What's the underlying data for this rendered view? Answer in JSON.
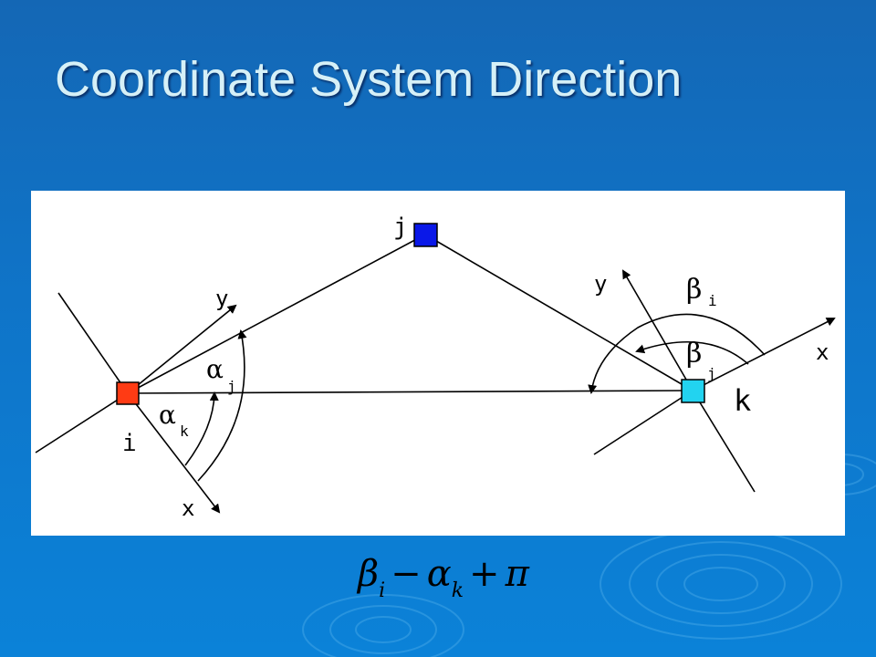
{
  "slide": {
    "title": "Coordinate System Direction"
  },
  "diagram": {
    "nodes": [
      {
        "id": "i",
        "label": "i",
        "color": "#ff3b14"
      },
      {
        "id": "j",
        "label": "j",
        "color": "#0a18e8"
      },
      {
        "id": "k",
        "label": "k",
        "color": "#22d3f0"
      }
    ],
    "axis_labels": {
      "i_y": "y",
      "i_x": "x",
      "k_y": "y",
      "k_x": "x"
    },
    "angles": {
      "alpha_j": {
        "symbol": "α",
        "sub": "j"
      },
      "alpha_k": {
        "symbol": "α",
        "sub": "k"
      },
      "beta_i": {
        "symbol": "β",
        "sub": "i"
      },
      "beta_j": {
        "symbol": "β",
        "sub": "j"
      }
    }
  },
  "formula": {
    "beta": "β",
    "beta_sub": "i",
    "minus": "−",
    "alpha": "α",
    "alpha_sub": "k",
    "plus": "+",
    "pi": "π"
  }
}
